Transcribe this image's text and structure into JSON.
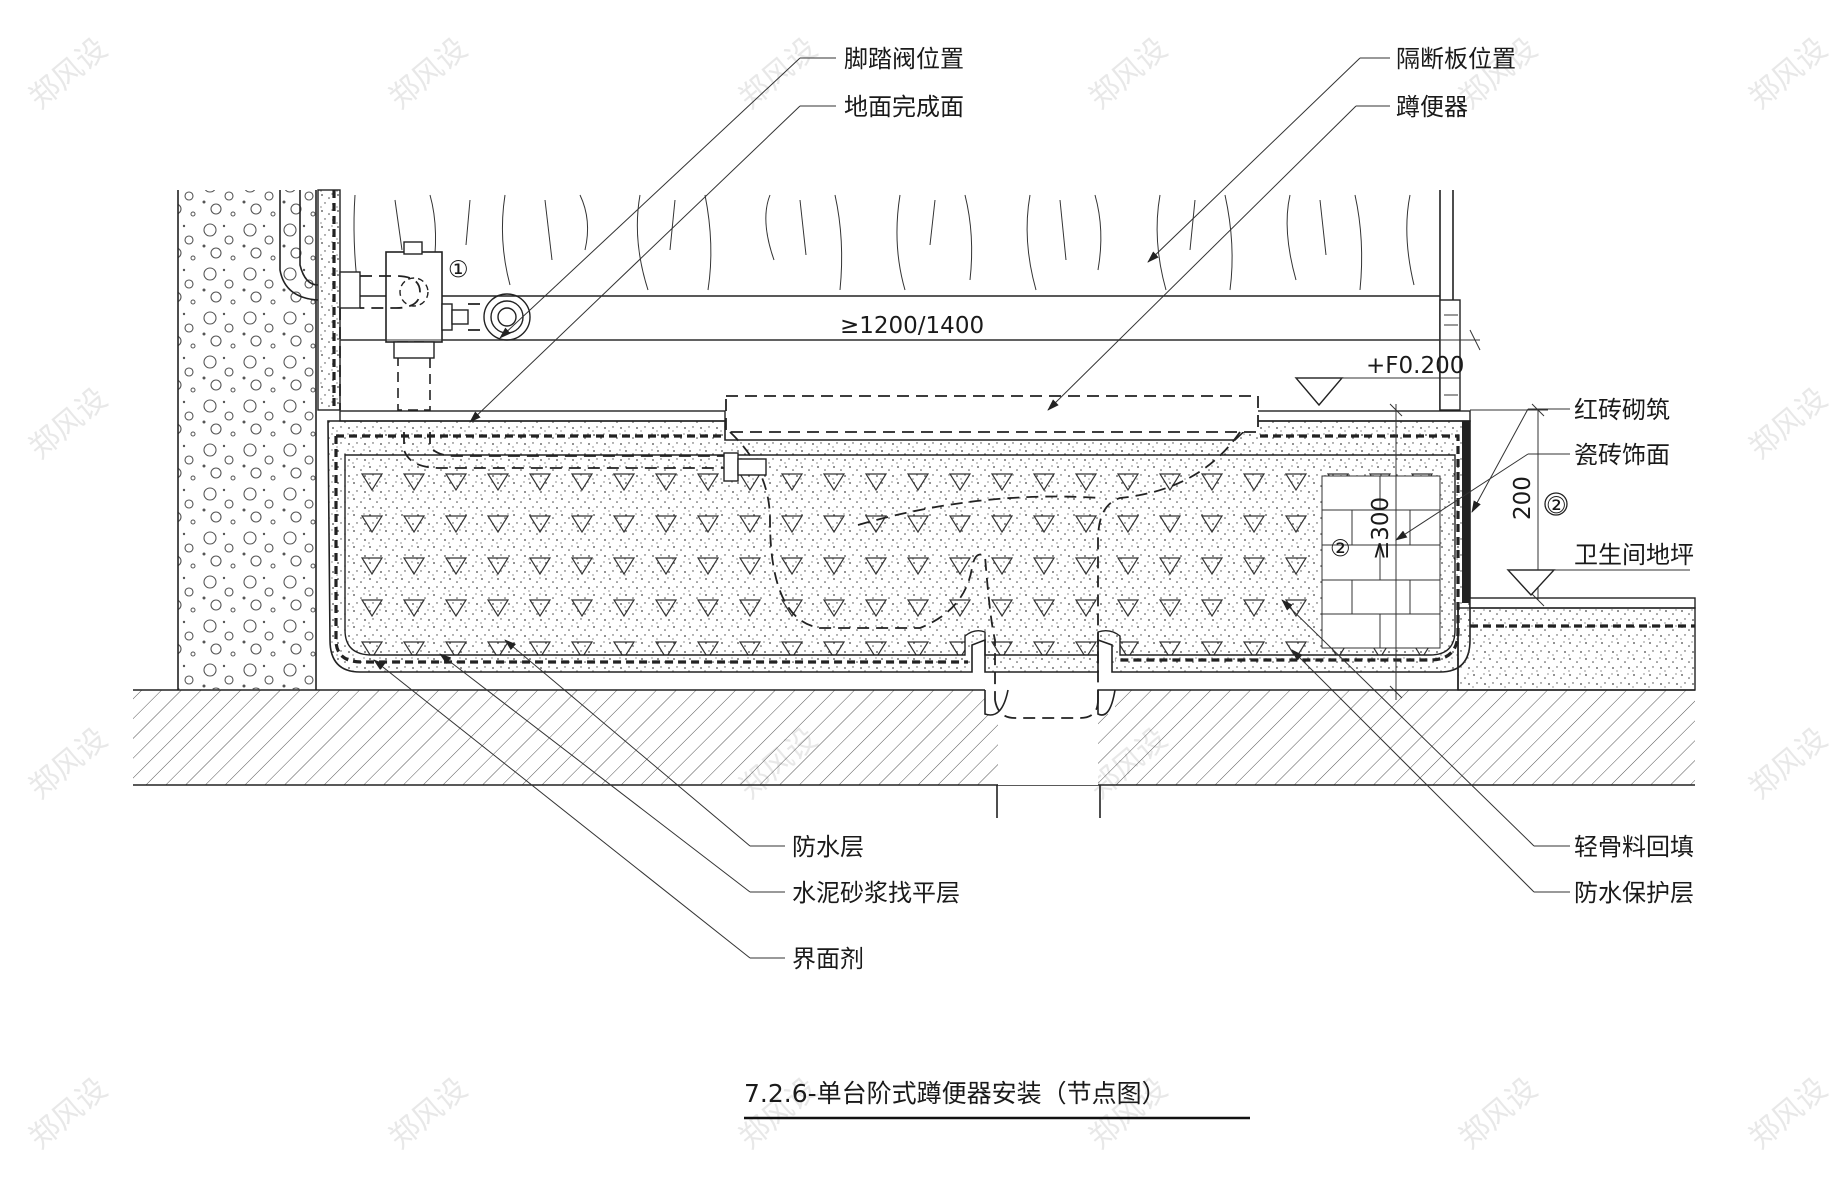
{
  "labels": {
    "foot_valve": "脚踏阀位置",
    "floor_finish": "地面完成面",
    "partition": "隔断板位置",
    "squat_toilet": "蹲便器",
    "red_brick": "红砖砌筑",
    "tile_finish": "瓷砖饰面",
    "bathroom_floor": "卫生间地坪",
    "waterproof_layer": "防水层",
    "cement_mortar": "水泥砂浆找平层",
    "interface_agent": "界面剂",
    "lightweight_fill": "轻骨料回填",
    "waterproof_protection": "防水保护层"
  },
  "dimensions": {
    "length": "≥1200/1400",
    "elevation": "+F0.200",
    "height_200": "200",
    "depth_300": "≥300"
  },
  "markers": {
    "m1": "①",
    "m2a": "②",
    "m2b": "②"
  },
  "title": "7.2.6-单台阶式蹲便器安装（节点图）",
  "colors": {
    "line": "#222222",
    "background": "#ffffff",
    "watermark": "#e6e6e6"
  }
}
